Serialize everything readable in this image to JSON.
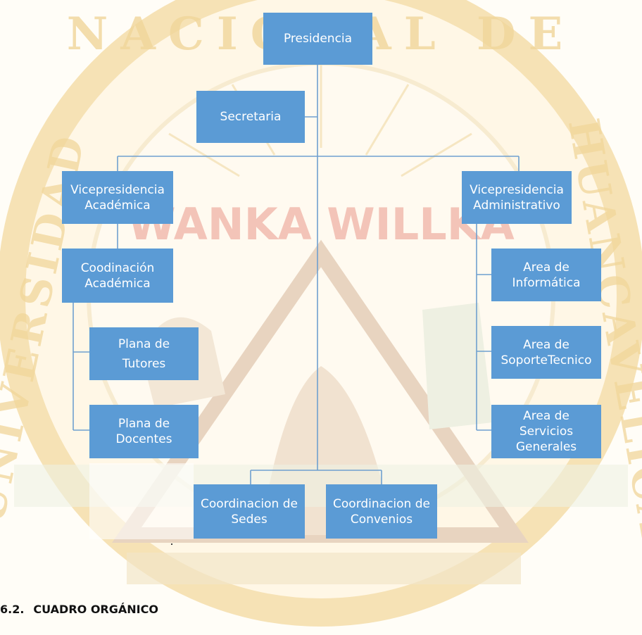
{
  "watermark": {
    "text_top": "NACIONAL DE",
    "text_left": "UNIVERSIDAD",
    "text_right": "HUANCAVELICA",
    "banner": "WANKA WILLKA",
    "colors": {
      "gold": "#f2d38a",
      "red": "#e9a090",
      "green": "#cfe0b8",
      "tan": "#e8d2b8"
    }
  },
  "org_chart": {
    "box_color": "#5b9bd5",
    "line_color": "#6fa0cf",
    "nodes": {
      "presidencia": [
        "Presidencia"
      ],
      "secretaria": [
        "Secretaria"
      ],
      "vp_academica": [
        "Vicepresidencia",
        "Académica"
      ],
      "vp_administrativo": [
        "Vicepresidencia",
        "Administrativo"
      ],
      "coord_academica": [
        "Coodinación",
        "Académica"
      ],
      "plana_tutores": [
        "Plana de",
        "Tutores"
      ],
      "plana_docentes": [
        "Plana de",
        "Docentes"
      ],
      "area_informatica": [
        "Area de",
        "Informática"
      ],
      "area_soporte": [
        "Area de",
        "SoporteTecnico"
      ],
      "area_servicios": [
        "Area de",
        "Servicios",
        "Generales"
      ],
      "coord_sedes": [
        "Coordinacion de",
        "Sedes"
      ],
      "coord_convenios": [
        "Coordinacion de",
        "Convenios"
      ]
    }
  },
  "section": {
    "number": "6.2.",
    "title": "CUADRO ORGÁNICO"
  }
}
